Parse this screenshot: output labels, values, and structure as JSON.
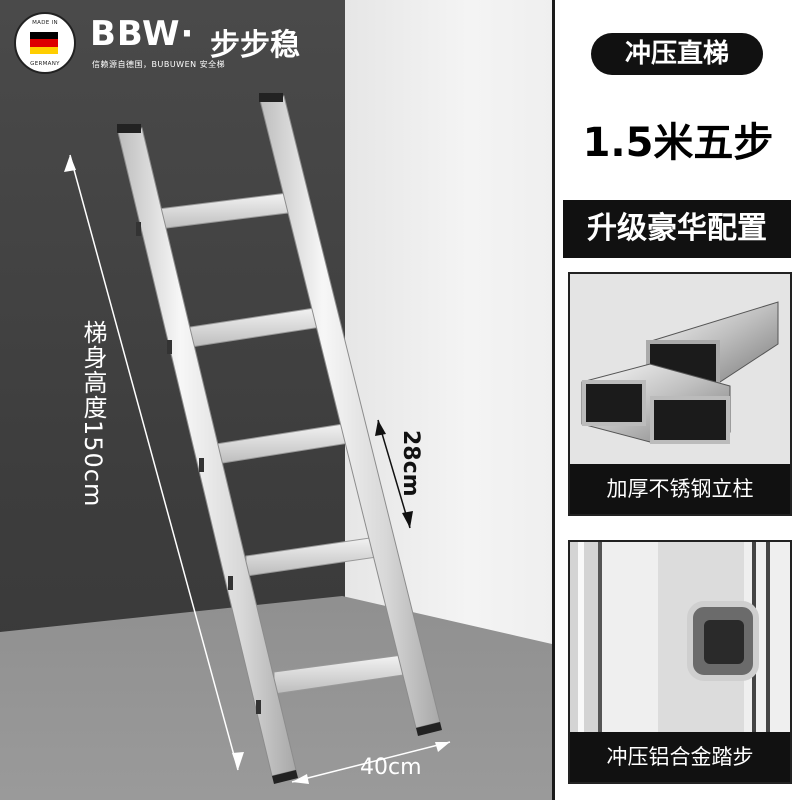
{
  "logo": {
    "badge_top": "MADE IN",
    "badge_bottom": "GERMANY",
    "brand_en": "BBW·",
    "brand_cn": "步步稳",
    "subtitle": "信赖源自德国，BUBUWEN 安全梯"
  },
  "flag_colors": [
    "#000000",
    "#dd0000",
    "#ffce00"
  ],
  "dimensions": {
    "height": "梯身高度150cm",
    "step_spacing": "28cm",
    "width": "40cm"
  },
  "side": {
    "pill": "冲压直梯",
    "size": "1.5米五步",
    "banner": "升级豪华配置",
    "feature1": "加厚不锈钢立柱",
    "feature2": "冲压铝合金踏步"
  }
}
